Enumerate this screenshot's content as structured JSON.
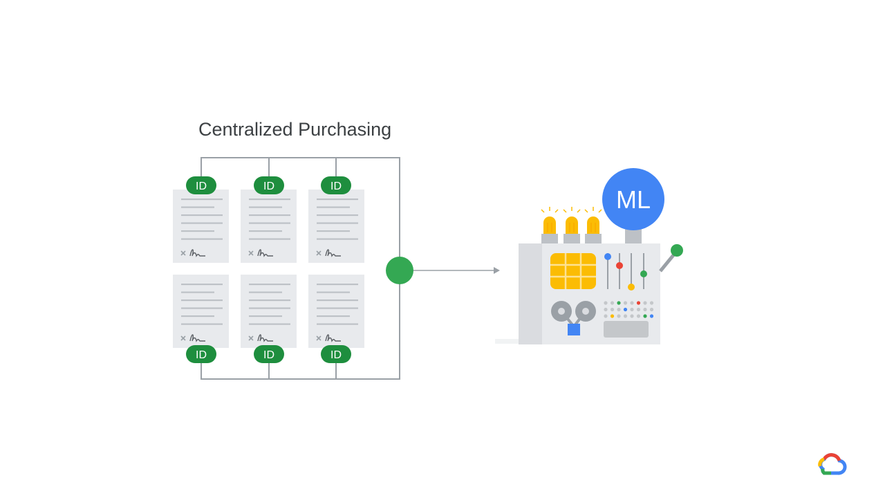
{
  "title": "Centralized Purchasing",
  "id_badge_label": "ID",
  "ml_label": "ML",
  "colors": {
    "id_badge": "#1e8e3e",
    "junction_node": "#34a853",
    "connector_line": "#9aa0a6",
    "document_bg": "#e8eaed",
    "document_lines": "#bdc1c6",
    "ml_circle": "#4285f4",
    "machine_body": "#dadce0",
    "machine_side": "#bdc1c6",
    "bulb": "#fbbc04",
    "google_blue": "#4285f4",
    "google_red": "#ea4335",
    "google_yellow": "#fbbc04",
    "google_green": "#34a853"
  },
  "icons": {
    "documents": "signed-document-icon",
    "arrow": "arrow-right-icon",
    "machine": "ml-machine-icon",
    "logo": "google-cloud-logo"
  }
}
